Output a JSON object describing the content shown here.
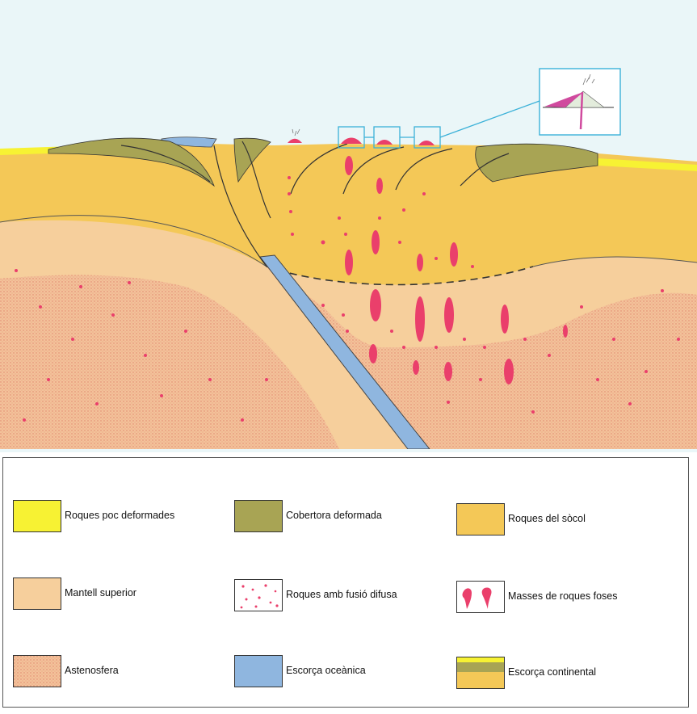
{
  "colors": {
    "sky": "#eaf6f8",
    "roques_poc_deformades": "#f7f233",
    "cobertora_deformada": "#a8a454",
    "roques_del_socol": "#f4c857",
    "mantell_superior": "#f6cf9c",
    "astenosfera": "#f1b788",
    "escorca_oceanica": "#8fb6df",
    "magma": "#ea3f6b",
    "inset_border": "#3bb1d8"
  },
  "legend": {
    "items": [
      {
        "key": "roques_poc_deformades",
        "label": "Roques poc deformades",
        "icon": "swatch-solid-yellow"
      },
      {
        "key": "cobertora_deformada",
        "label": "Cobertora deformada",
        "icon": "swatch-olive"
      },
      {
        "key": "roques_del_socol",
        "label": "Roques del sòcol",
        "icon": "swatch-ochre"
      },
      {
        "key": "mantell_superior",
        "label": "Mantell superior",
        "icon": "swatch-peach"
      },
      {
        "key": "fusio_difusa",
        "label": "Roques amb fusió difusa",
        "icon": "swatch-scattered-dots"
      },
      {
        "key": "masses_foses",
        "label": "Masses de roques foses",
        "icon": "swatch-magma-blobs"
      },
      {
        "key": "astenosfera",
        "label": "Astenosfera",
        "icon": "swatch-dotted-orange"
      },
      {
        "key": "escorca_oceanica",
        "label": "Escorça oceànica",
        "icon": "swatch-blue"
      },
      {
        "key": "escorca_continental",
        "label": "Escorça continental",
        "icon": "swatch-layered"
      }
    ]
  }
}
